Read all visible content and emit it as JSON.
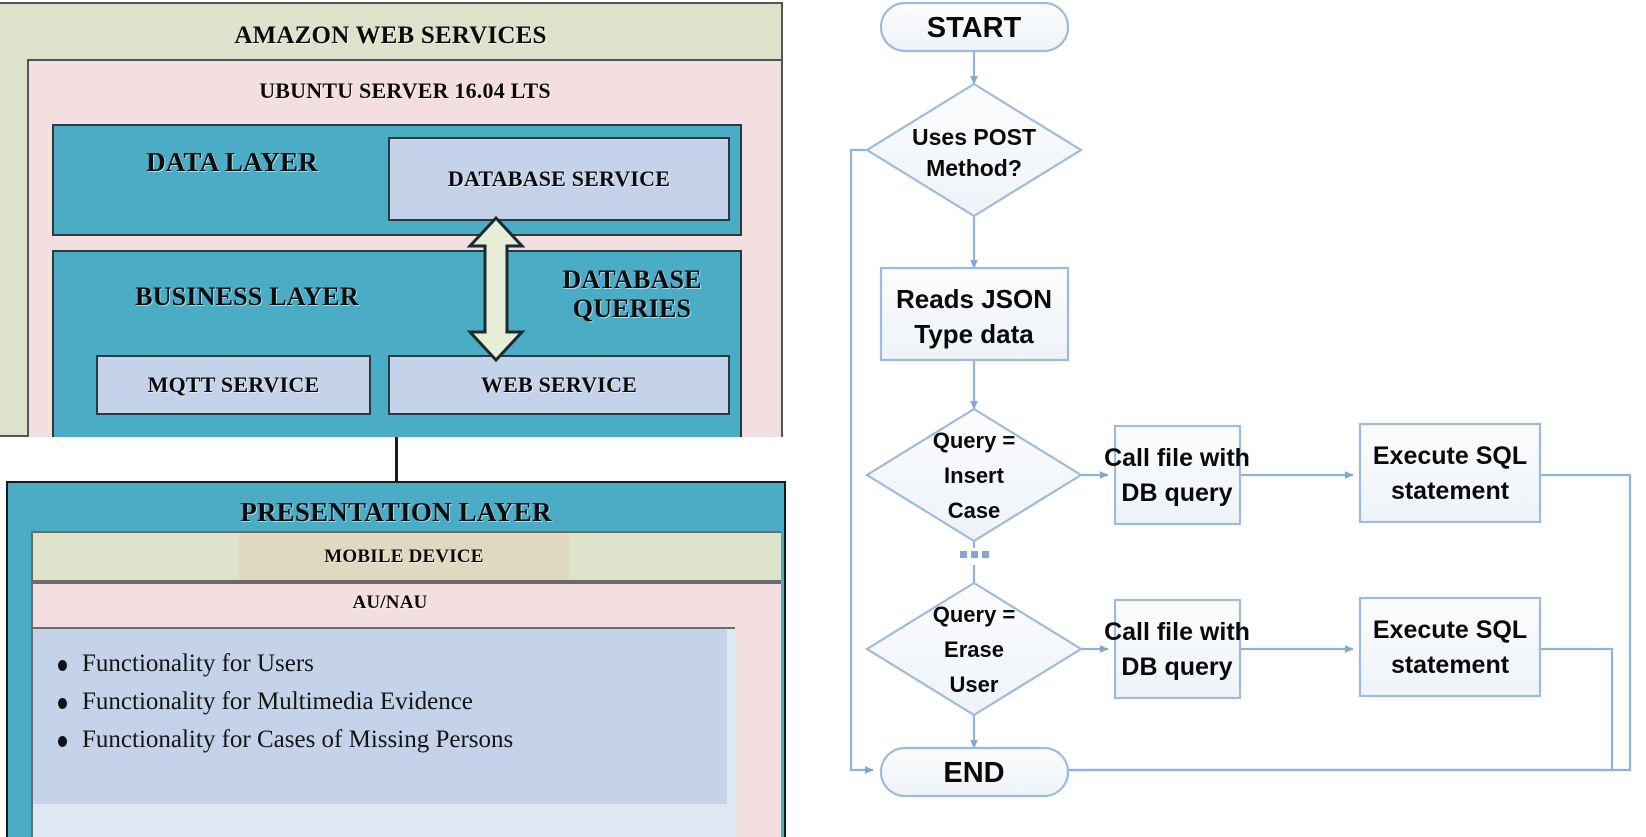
{
  "architecture": {
    "aws_title": "AMAZON WEB SERVICES",
    "ubuntu_title": "UBUNTU SERVER 16.04 LTS",
    "data_layer_title": "DATA LAYER",
    "database_service_title": "DATABASE SERVICE",
    "business_layer_title": "BUSINESS LAYER",
    "database_queries_line1": "DATABASE",
    "database_queries_line2": "QUERIES",
    "mqtt_service_title": "MQTT SERVICE",
    "web_service_title": "WEB SERVICE",
    "presentation_layer_title": "PRESENTATION LAYER",
    "mobile_device_title": "MOBILE DEVICE",
    "au_nau_title": "AU/NAU",
    "functionality_items": [
      "Functionality for Users",
      "Functionality for Multimedia Evidence",
      "Functionality for Cases of Missing Persons"
    ],
    "colors": {
      "aws_fill": "#DDE3CB",
      "ubuntu_fill": "#F3DFDF",
      "layer_fill": "#4BACC6",
      "service_fill": "#C4D3EA",
      "mobile_inner_fill": "#E0D8BF",
      "arrow_fill": "#E8EDD8"
    }
  },
  "flowchart": {
    "start_label": "START",
    "decision_post_line1": "Uses POST",
    "decision_post_line2": "Method?",
    "reads_json_line1": "Reads JSON",
    "reads_json_line2": "Type data",
    "decision_insert_line1": "Query =",
    "decision_insert_line2": "Insert",
    "decision_insert_line3": "Case",
    "decision_erase_line1": "Query =",
    "decision_erase_line2": "Erase",
    "decision_erase_line3": "User",
    "call_file_insert_line1": "Call file with",
    "call_file_insert_line2": "DB query",
    "execute_sql_insert_line1": "Execute SQL",
    "execute_sql_insert_line2": "statement",
    "call_file_erase_line1": "Call file with",
    "call_file_erase_line2": "DB query",
    "execute_sql_erase_line1": "Execute SQL",
    "execute_sql_erase_line2": "statement",
    "ellipsis": "···",
    "end_label": "END",
    "colors": {
      "connector": "#8FB4D9",
      "node_stroke": "#9DBBDC",
      "node_fill": "#F7F9FB"
    }
  }
}
